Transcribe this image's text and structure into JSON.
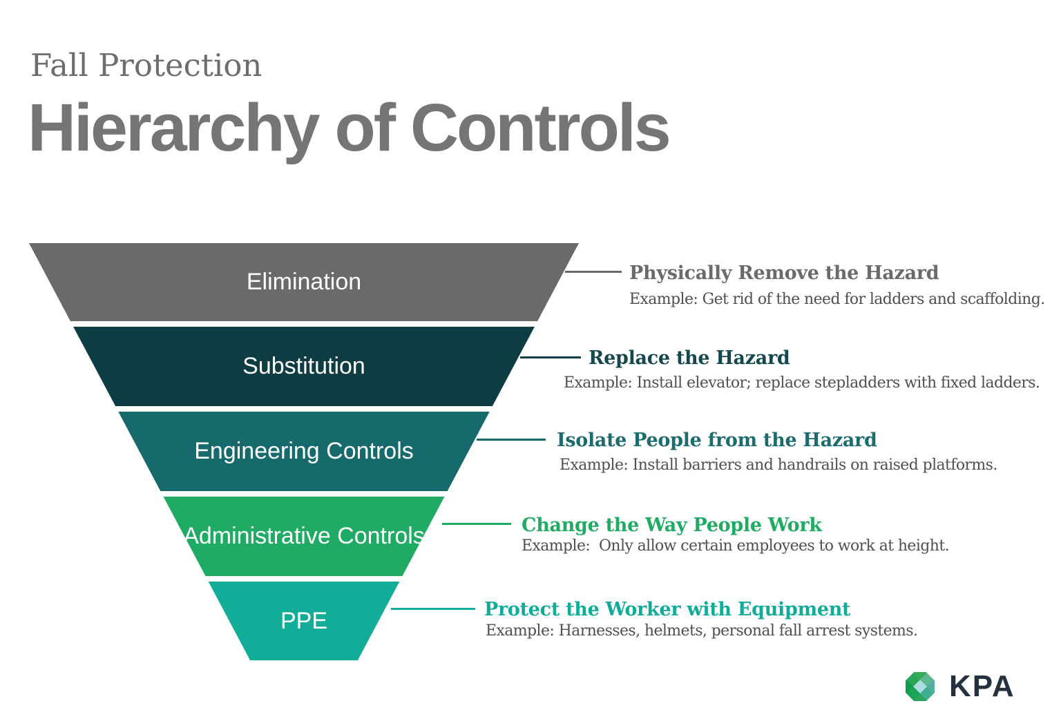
{
  "header": {
    "subtitle": "Fall Protection",
    "title": "Hierarchy of Controls",
    "subtitle_color": "#6d6d6d",
    "title_color": "#757575"
  },
  "funnel": {
    "levels": [
      {
        "label": "Elimination",
        "color": "#6a6a6a",
        "heading": "Physically Remove the Hazard",
        "heading_color": "#6a6a6a",
        "example": "Example: Get rid of the need for ladders and scaffolding."
      },
      {
        "label": "Substitution",
        "color": "#0d3d42",
        "heading": "Replace the Hazard",
        "heading_color": "#14484e",
        "example": "Example: Install elevator; replace stepladders with fixed ladders."
      },
      {
        "label": "Engineering Controls",
        "color": "#176a6c",
        "heading": "Isolate People from the Hazard",
        "heading_color": "#1c6b6d",
        "example": "Example: Install barriers and handrails on raised platforms."
      },
      {
        "label": "Administrative Controls",
        "color": "#1fab63",
        "heading": "Change the Way People Work",
        "heading_color": "#1fab63",
        "example": "Example:  Only allow certain employees to work at height."
      },
      {
        "label": "PPE",
        "color": "#12ad99",
        "heading": "Protect the Worker with Equipment",
        "heading_color": "#10ac99",
        "example": "Example: Harnesses, helmets, personal fall arrest systems."
      }
    ],
    "example_text_color": "#4f4f4f"
  },
  "logo": {
    "text": "KPA",
    "text_color": "#243240",
    "diamond_colors": [
      "#35ac55",
      "#5cb98f",
      "#53aea1",
      "#27a757",
      "#aedce2",
      "#3fae93",
      "#0f9a4d",
      "#1ba455",
      "#2ba65b"
    ]
  }
}
